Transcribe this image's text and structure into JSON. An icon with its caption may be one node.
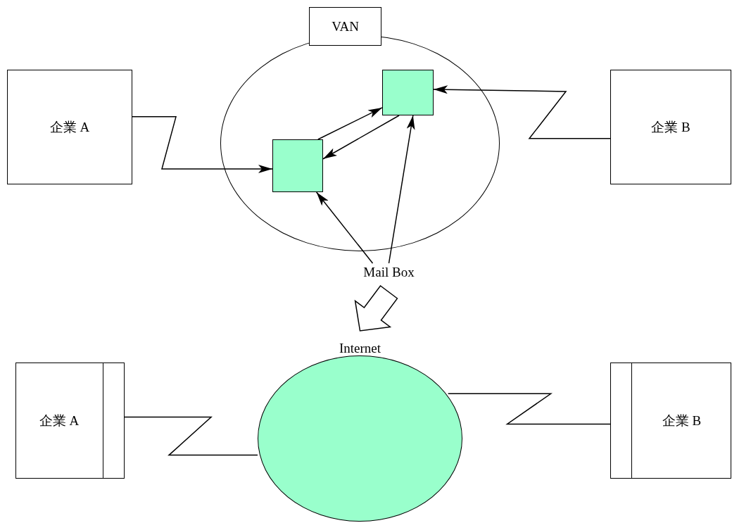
{
  "diagram": {
    "nodes": [
      {
        "text": [
          "企業 A"
        ]
      },
      {
        "text": [
          "VAN"
        ]
      },
      {
        "text": [],
        "shape": "circle"
      },
      {
        "text": [],
        "shape": "box",
        "in": 2
      },
      {
        "text": [],
        "shape": "box",
        "in": 2
      },
      {
        "text": [
          "企業 B"
        ]
      },
      {
        "text": [
          "Mail Box"
        ]
      },
      {
        "text": [
          "企業 A"
        ]
      },
      {
        "text": [],
        "shape": "box",
        "in": 7
      },
      {
        "text": [
          "Internet"
        ]
      },
      {
        "text": [
          "企業 B"
        ]
      },
      {
        "text": [],
        "shape": "box",
        "in": 10
      }
    ],
    "edges": [
      {
        "from": 0,
        "to": 3,
        "arrow": "to"
      },
      {
        "from": 5,
        "to": 4,
        "arrow": "to"
      },
      {
        "from": 3,
        "to": 4,
        "arrow": "to"
      },
      {
        "from": 4,
        "to": 3,
        "arrow": "to"
      },
      {
        "from": 6,
        "to": 3,
        "arrow": "to"
      },
      {
        "from": 6,
        "to": 4,
        "arrow": "to"
      },
      {
        "from": 6,
        "to": 9,
        "arrow": "to",
        "style": "thick"
      },
      {
        "from": 8,
        "to": 9,
        "arrow": "none"
      },
      {
        "from": 9,
        "to": 11,
        "arrow": "none"
      }
    ]
  }
}
